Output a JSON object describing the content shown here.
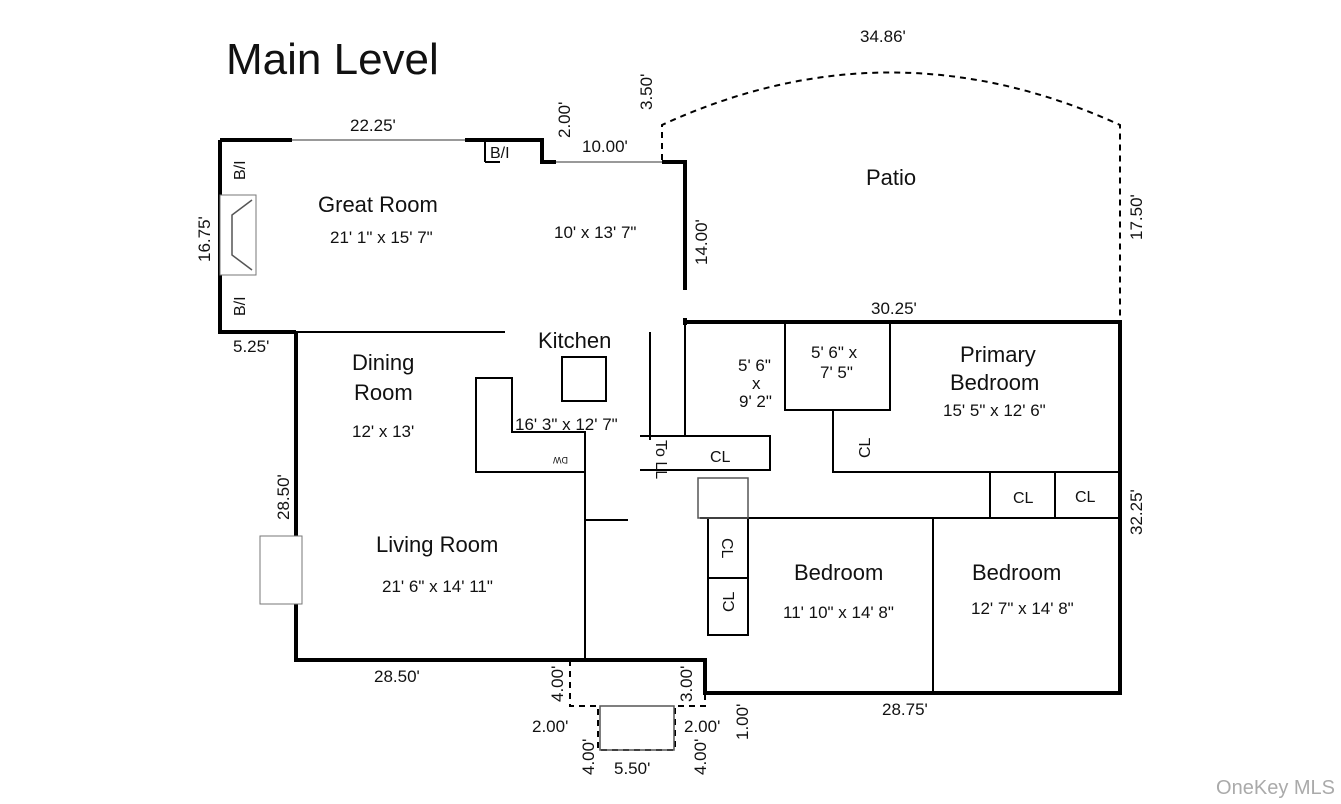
{
  "title": "Main Level",
  "watermark": "OneKey MLS",
  "rooms": {
    "great_room": {
      "name": "Great Room",
      "size": "21' 1\" x 15' 7\""
    },
    "great_room_ext": {
      "size": "10' x 13' 7\""
    },
    "patio": {
      "name": "Patio"
    },
    "kitchen": {
      "name": "Kitchen",
      "size": "16' 3\" x 12' 7\""
    },
    "dining_room": {
      "name_line1": "Dining",
      "name_line2": "Room",
      "size": "12' x 13'"
    },
    "living_room": {
      "name": "Living Room",
      "size": "21' 6\" x 14' 11\""
    },
    "bath1": {
      "size_line1": "5' 6\"",
      "size_line2": "x",
      "size_line3": "9' 2\""
    },
    "bath2": {
      "size_line1": "5' 6\" x",
      "size_line2": "7' 5\""
    },
    "primary_bedroom": {
      "name_line1": "Primary",
      "name_line2": "Bedroom",
      "size": "15' 5\" x 12' 6\""
    },
    "bedroom1": {
      "name": "Bedroom",
      "size": "11' 10\" x 14' 8\""
    },
    "bedroom2": {
      "name": "Bedroom",
      "size": "12' 7\" x 14' 8\""
    }
  },
  "labels": {
    "bi": "B/I",
    "cl": "CL",
    "to_ll": "To LL",
    "dw": "DW"
  },
  "dimensions": {
    "top_great": "22.25'",
    "step_2": "2.00'",
    "step_3_50": "3.50'",
    "ext_10": "10.00'",
    "patio_arc": "34.86'",
    "patio_right": "17.50'",
    "ext_14": "14.00'",
    "left_16_75": "16.75'",
    "left_5_25": "5.25'",
    "left_28_50": "28.50'",
    "bottom_28_50": "28.50'",
    "rear_30_25": "30.25'",
    "right_32_25": "32.25'",
    "bottom_28_75": "28.75'",
    "stoop_4a": "4.00'",
    "stoop_3": "3.00'",
    "stoop_2a": "2.00'",
    "stoop_2b": "2.00'",
    "stoop_1": "1.00'",
    "stoop_4b": "4.00'",
    "stoop_4c": "4.00'",
    "stoop_5_50": "5.50'"
  }
}
